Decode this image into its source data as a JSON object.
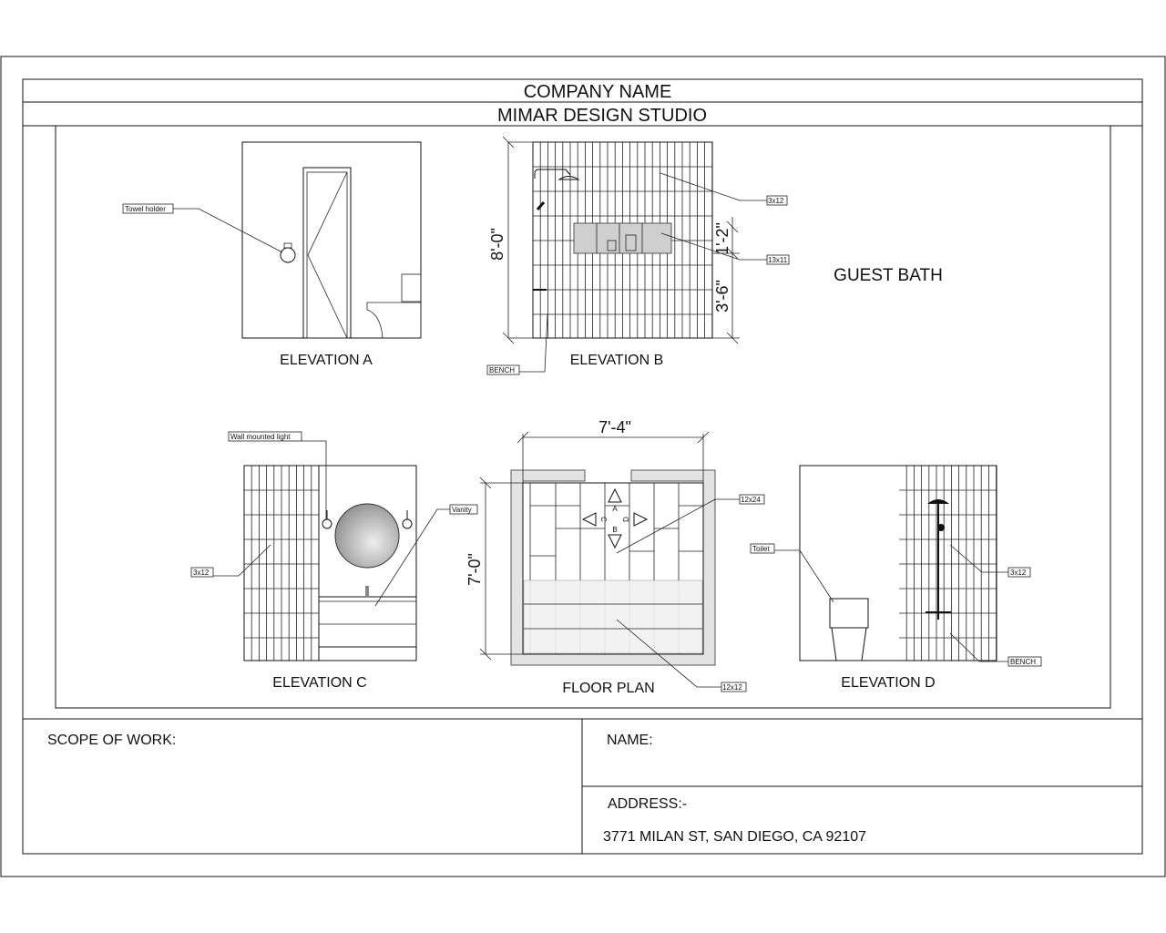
{
  "title_block": {
    "company_label": "COMPANY NAME",
    "studio_name": "MIMAR DESIGN STUDIO"
  },
  "drawing": {
    "room_title": "GUEST BATH",
    "elevation_a": {
      "label": "ELEVATION A",
      "tags": {
        "towel": "Towel holder"
      }
    },
    "elevation_b": {
      "label": "ELEVATION B",
      "tags": {
        "tile": "3x12",
        "niche": "13x11",
        "bench": "BENCH"
      },
      "dims": {
        "height": "8'-0\"",
        "niche": "1'-2\"",
        "bench": "3'-6\""
      }
    },
    "elevation_c": {
      "label": "ELEVATION C",
      "tags": {
        "light": "Wall mounted light",
        "vanity": "Vanity",
        "tile": "3x12"
      }
    },
    "floor_plan": {
      "label": "FLOOR PLAN",
      "tags": {
        "tile_large": "12x24",
        "tile_small": "12x12"
      },
      "dims": {
        "width": "7'-4\"",
        "depth": "7'-0\""
      },
      "markers": [
        "A",
        "B",
        "C",
        "D"
      ]
    },
    "elevation_d": {
      "label": "ELEVATION D",
      "tags": {
        "toilet": "Toilet",
        "tile": "3x12",
        "bench": "BENCH"
      }
    }
  },
  "footer": {
    "scope_label": "SCOPE OF WORK:",
    "name_label": "NAME:",
    "address_label": "ADDRESS:-",
    "address_value": "3771 MILAN ST, SAN DIEGO, CA 92107"
  }
}
